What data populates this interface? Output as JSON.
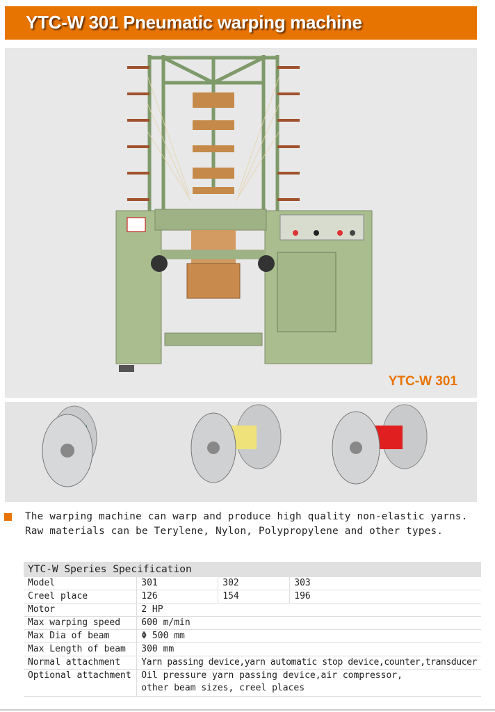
{
  "title": "YTC-W 301 Pneumatic warping machine",
  "photo": {
    "model_label": "YTC-W 301",
    "spool_colors": [
      "#1d6b47",
      "#f0e27a",
      "#e02020"
    ]
  },
  "description": "The warping machine can warp and produce high quality non-elastic yarns. Raw materials can be Terylene, Nylon, Polypropylene and other types.",
  "spec": {
    "heading": "YTC-W Speries Specification",
    "rows": [
      {
        "label": "Model",
        "values": [
          "301",
          "302",
          "303"
        ]
      },
      {
        "label": "Creel place",
        "values": [
          "126",
          "154",
          "196"
        ]
      },
      {
        "label": "Motor",
        "value": "2 HP"
      },
      {
        "label": "Max warping speed",
        "value": "600 m/min"
      },
      {
        "label": "Max Dia of beam",
        "value": "Φ 500 mm"
      },
      {
        "label": "Max Length of beam",
        "value": "300 mm"
      },
      {
        "label": "Normal attachment",
        "value": "Yarn passing device,yarn automatic stop device,counter,transducer"
      },
      {
        "label": "Optional attachment",
        "value": "Oil pressure yarn passing device,air compressor,",
        "value2": "other beam sizes, creel places"
      }
    ]
  }
}
